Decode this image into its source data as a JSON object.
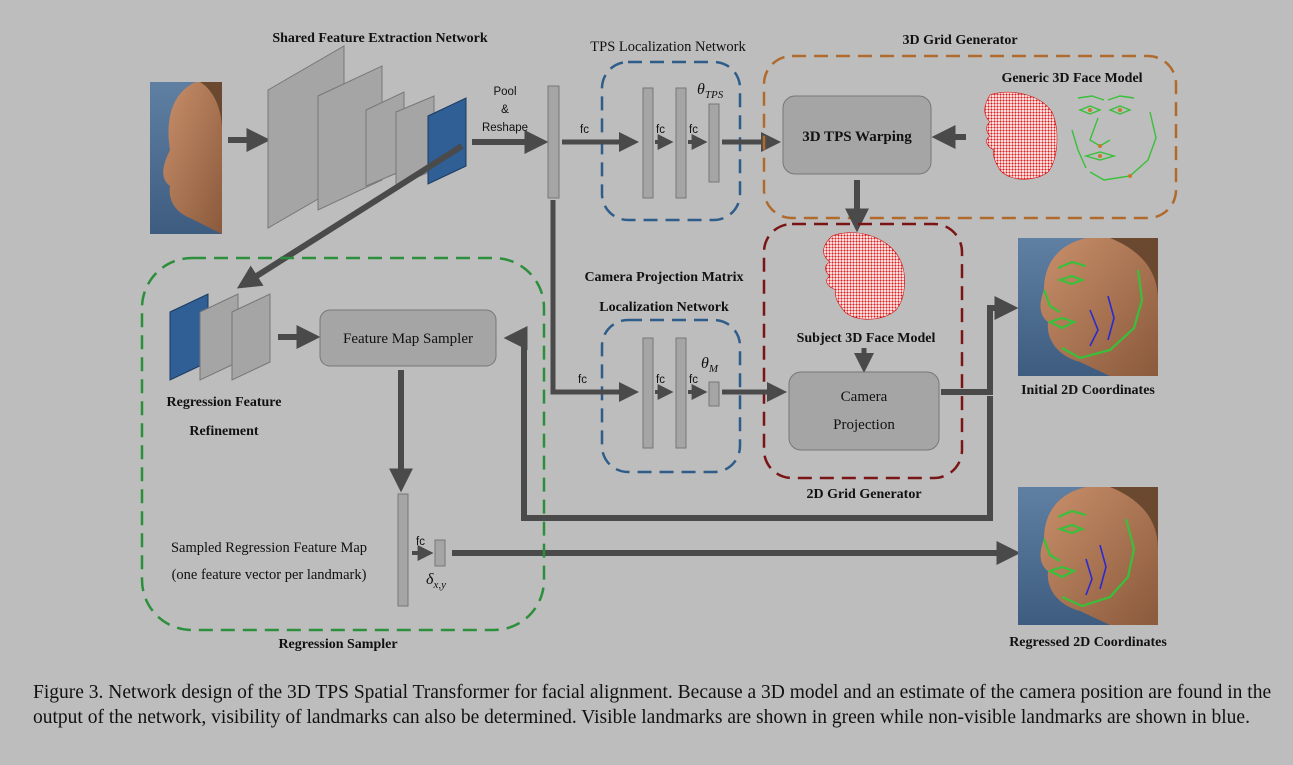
{
  "diagram": {
    "shared_net_title": "Shared Feature Extraction Network",
    "pool_reshape": [
      "Pool",
      "&",
      "Reshape"
    ],
    "tps_loc_title": "TPS Localization Network",
    "grid3d_title": "3D Grid Generator",
    "generic_face_label": "Generic 3D Face Model",
    "tps_warping": "3D TPS Warping",
    "theta_tps_symbol": "θ",
    "theta_tps_sub": "TPS",
    "theta_m_symbol": "θ",
    "theta_m_sub": "M",
    "fc": "fc",
    "cam_loc_title_1": "Camera Projection Matrix",
    "cam_loc_title_2": "Localization Network",
    "subject_face_label": "Subject 3D Face Model",
    "camera_projection_1": "Camera",
    "camera_projection_2": "Projection",
    "grid2d_title": "2D Grid Generator",
    "initial_coords": "Initial 2D Coordinates",
    "regressed_coords": "Regressed 2D Coordinates",
    "feature_map_sampler": "Feature Map Sampler",
    "refinement_1": "Regression Feature",
    "refinement_2": "Refinement",
    "sampled_map_1": "Sampled Regression Feature Map",
    "sampled_map_2": "(one feature vector per landmark)",
    "delta_symbol": "δ",
    "delta_sub": "x,y",
    "regression_sampler": "Regression Sampler"
  },
  "colors": {
    "background": "#bdbdbd",
    "arrow": "#4a4a4a",
    "blue_dash": "#2f5d89",
    "orange_dash": "#b06a2c",
    "red_dash": "#7a1515",
    "green_dash": "#2b8f3b",
    "layer_gray": "#a5a5a5",
    "layer_blue": "#2f5f95",
    "face_red": "#e01818",
    "landmark_green": "#39c03a",
    "landmark_blue": "#2a2ad0"
  },
  "caption": "Figure 3. Network design of the 3D TPS Spatial Transformer for facial alignment. Because a 3D model and an estimate of the camera position are found in the output of the network, visibility of landmarks can also be determined. Visible landmarks are shown in green while non-visible landmarks are shown in blue."
}
